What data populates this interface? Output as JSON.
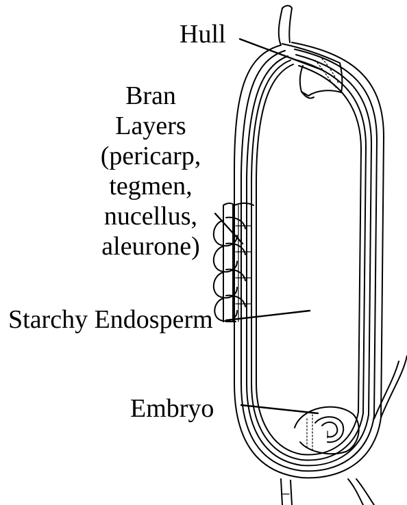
{
  "labels": {
    "hull": "Hull",
    "bran": [
      "Bran",
      "Layers",
      "(pericarp,",
      "tegmen,",
      "nucellus,",
      "aleurone)"
    ],
    "endosperm": "Starchy Endosperm",
    "embryo": "Embryo"
  },
  "colors": {
    "ink": "#000000",
    "background": "#ffffff"
  }
}
